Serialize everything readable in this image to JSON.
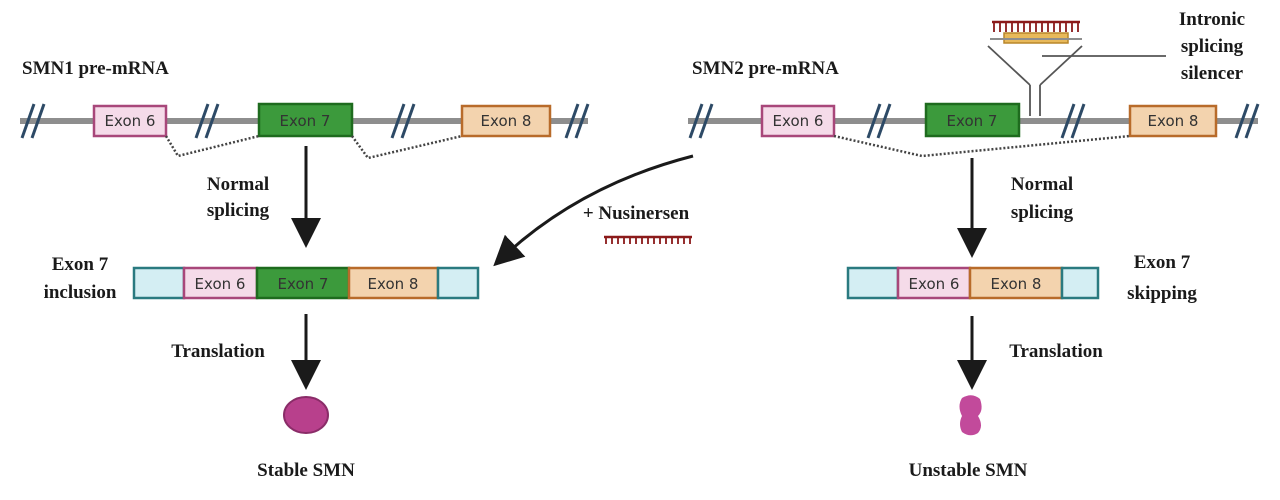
{
  "labels": {
    "smn1_title": "SMN1 pre-mRNA",
    "smn2_title": "SMN2 pre-mRNA",
    "exon6": "Exon 6",
    "exon7": "Exon 7",
    "exon8": "Exon 8",
    "normal_splicing_line1": "Normal",
    "normal_splicing_line2": "splicing",
    "inclusion_line1": "Exon 7",
    "inclusion_line2": "inclusion",
    "skipping_line1": "Exon 7",
    "skipping_line2": "skipping",
    "translation": "Translation",
    "stable": "Stable SMN",
    "unstable": "Unstable SMN",
    "drug": "+ Nusinersen",
    "iss_line1": "Intronic",
    "iss_line2": "splicing",
    "iss_line3": "silencer"
  },
  "colors": {
    "exon6_fill": "#f5dbe9",
    "exon6_stroke": "#a8477a",
    "exon7_fill": "#3c9a3c",
    "exon7_stroke": "#1e6b1e",
    "exon8_fill": "#f3d3ae",
    "exon8_stroke": "#b86b2a",
    "utr_fill": "#d4eef3",
    "utr_stroke": "#2a7a80",
    "backbone": "#8e8e8e",
    "breaks": "#2d4a66",
    "oligo": "#8b1a1a",
    "silencer": "#e8b95a",
    "protein": "#b8408c",
    "protein_unstable": "#c24a9b"
  }
}
